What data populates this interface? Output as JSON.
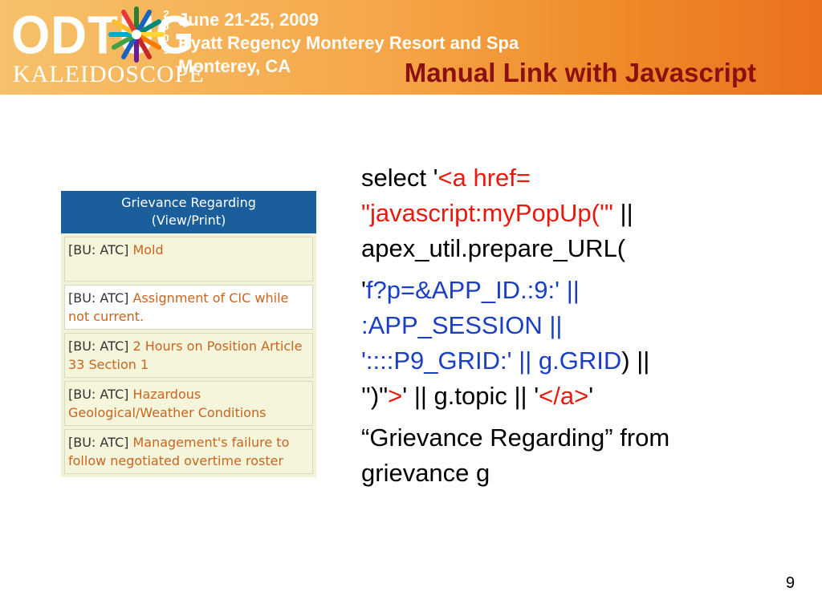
{
  "banner": {
    "logo_top": "ODTUG",
    "logo_bottom": "KALEIDOSCOPE",
    "year_digits": [
      "2",
      "0",
      "0",
      "9"
    ],
    "event_lines": [
      "June 21-25, 2009",
      "Hyatt Regency Monterey Resort and Spa",
      "Monterey, CA"
    ]
  },
  "slide": {
    "title": "Manual Link with Javascript",
    "page_number": "9"
  },
  "report": {
    "header_line1": "Grievance Regarding",
    "header_line2": "(View/Print)",
    "rows": [
      {
        "bu": "[BU: ATC] ",
        "topic": "Mold"
      },
      {
        "bu": "[BU: ATC] ",
        "topic": "Assignment of CIC while not current."
      },
      {
        "bu": "[BU: ATC] ",
        "topic": "2 Hours on Position Article 33 Section 1"
      },
      {
        "bu": "[BU: ATC] ",
        "topic": "Hazardous Geological/Weather Conditions"
      },
      {
        "bu": "[BU: ATC] ",
        "topic": "Management's failure to follow negotiated overtime roster"
      }
    ]
  },
  "code": {
    "p1_a": "select '",
    "p1_b": "<a href=",
    "p1_c": "\"javascript:myPopUp('\"",
    "p1_d": " ||",
    "p1_e": "apex_util.prepare_URL(",
    "p2_a": "'",
    "p2_b": "f?p=&APP_ID.:9:",
    "p2_c": "' ||",
    "p2_d": ":APP_SESSION ||",
    "p2_e": "':::",
    "p2_f": ":P9_GRID:",
    "p2_g": "' || g.GRID",
    "p2_h": ") ||",
    "p2_i": "'')\"",
    "p2_j": ">",
    "p2_k": "' || g.topic || '",
    "p2_l": "</a>",
    "p2_m": "'",
    "p3": "“Grievance Regarding” from grievance g"
  }
}
